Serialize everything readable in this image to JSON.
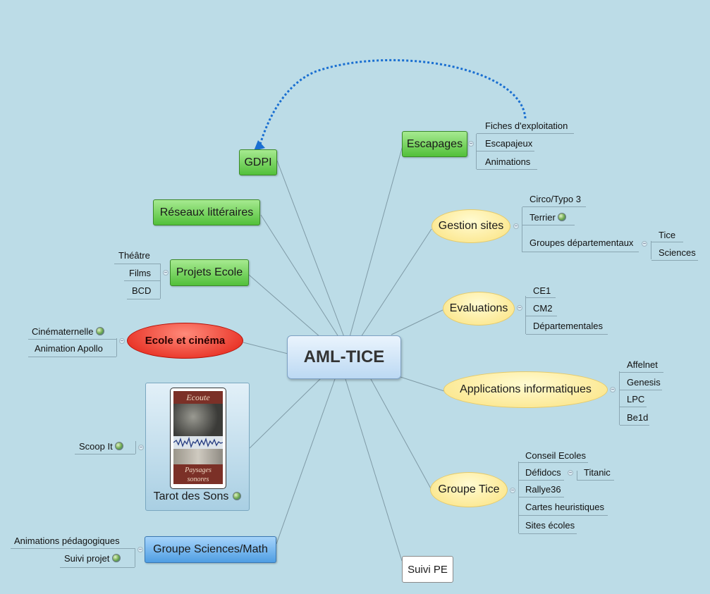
{
  "central": {
    "label": "AML-TICE"
  },
  "nodes": {
    "gdpi": "GDPI",
    "reseaux": "Réseaux littéraires",
    "projets_ecole": "Projets Ecole",
    "ecole_cinema": "Ecole et cinéma",
    "tarot": "Tarot des Sons",
    "groupe_sciences": "Groupe Sciences/Math",
    "suivi_pe": "Suivi PE",
    "escapages": "Escapages",
    "gestion_sites": "Gestion sites",
    "evaluations": "Evaluations",
    "applications": "Applications informatiques",
    "groupe_tice": "Groupe Tice"
  },
  "tarot_card": {
    "top_text": "Ecoute",
    "bottom_text": "Paysages sonores"
  },
  "subtopics": {
    "escapages": [
      "Fiches d'exploitation",
      "Escapajeux",
      "Animations"
    ],
    "gestion_sites": [
      "Circo/Typo 3",
      "Terrier",
      "Groupes départementaux"
    ],
    "groupes_departementaux": [
      "Tice",
      "Sciences"
    ],
    "evaluations": [
      "CE1",
      "CM2",
      "Départementales"
    ],
    "applications": [
      "Affelnet",
      "Genesis",
      "LPC",
      "Be1d"
    ],
    "groupe_tice": [
      "Conseil Ecoles",
      "Défidocs",
      "Rallye36",
      "Cartes heuristiques",
      "Sites écoles"
    ],
    "defidocs": [
      "Titanic"
    ],
    "projets_ecole": [
      "Théâtre",
      "Films",
      "BCD"
    ],
    "ecole_cinema": [
      "Cinématernelle",
      "Animation Apollo"
    ],
    "tarot": [
      "Scoop It"
    ],
    "groupe_sciences": [
      "Animations pédagogiques",
      "Suivi projet"
    ]
  },
  "colors": {
    "background": "#bcdce7",
    "green_topic": "#52c03a",
    "yellow_topic": "#fbe27e",
    "blue_topic": "#4f9ee3",
    "red_topic": "#e21b0f",
    "relationship_arrow": "#1a6fd1"
  },
  "icons": {
    "hyperlink": "globe-icon",
    "collapse": "collapse-icon"
  }
}
